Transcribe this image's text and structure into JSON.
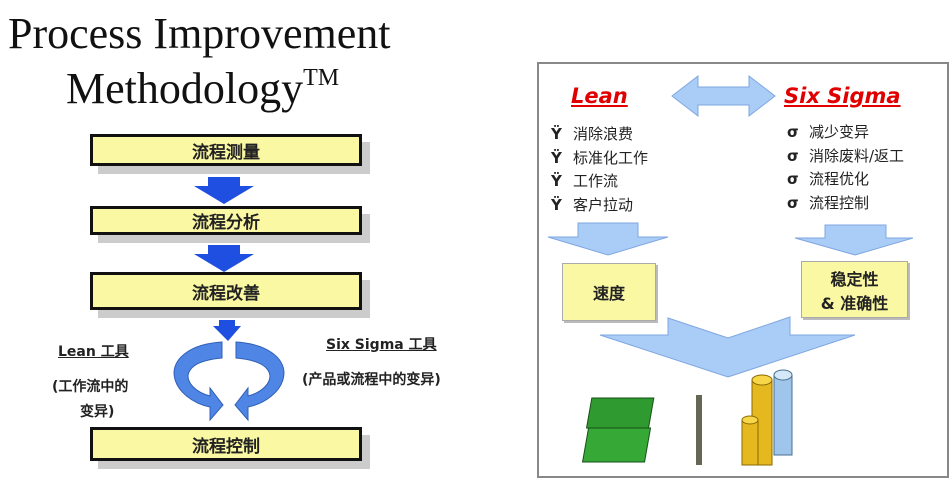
{
  "title": {
    "line1": "Process Improvement",
    "line2": "Methodology",
    "tm": "TM"
  },
  "steps": [
    "流程测量",
    "流程分析",
    "流程改善",
    "流程控制"
  ],
  "lean_tools": {
    "label": "Lean 工具",
    "desc1": "(工作流中的",
    "desc2": "变异)"
  },
  "sigma_tools": {
    "label": "Six Sigma 工具",
    "desc": "(产品或流程中的变异)"
  },
  "panel": {
    "lean": {
      "title": "Lean",
      "bullet": "Ϋ",
      "items": [
        "消除浪费",
        "标准化工作",
        "工作流",
        "客户拉动"
      ],
      "result": "速度"
    },
    "sigma": {
      "title": "Six Sigma",
      "bullet": "σ",
      "items": [
        "减少变异",
        "消除废料/返工",
        "流程优化",
        "流程控制"
      ],
      "result1": "稳定性",
      "result2": "& 准确性"
    }
  },
  "colors": {
    "arrow_blue": "#1f4fe0",
    "light_blue": "#a9cdf7",
    "yellow": "#fbf8a4",
    "red": "#e00000"
  }
}
